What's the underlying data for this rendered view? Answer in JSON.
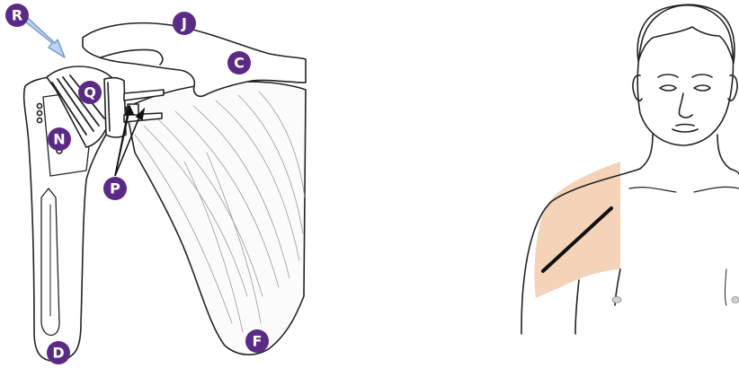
{
  "markers": {
    "R": "R",
    "J": "J",
    "C": "C",
    "Q": "Q",
    "N": "N",
    "P": "P",
    "F": "F",
    "D": "D"
  },
  "colors": {
    "marker_fill": "#5b2a86",
    "line": "#222222",
    "arrow_blue": "#8fb8e8",
    "skin_shading": "#f3d2b6",
    "background": "#ffffff"
  }
}
